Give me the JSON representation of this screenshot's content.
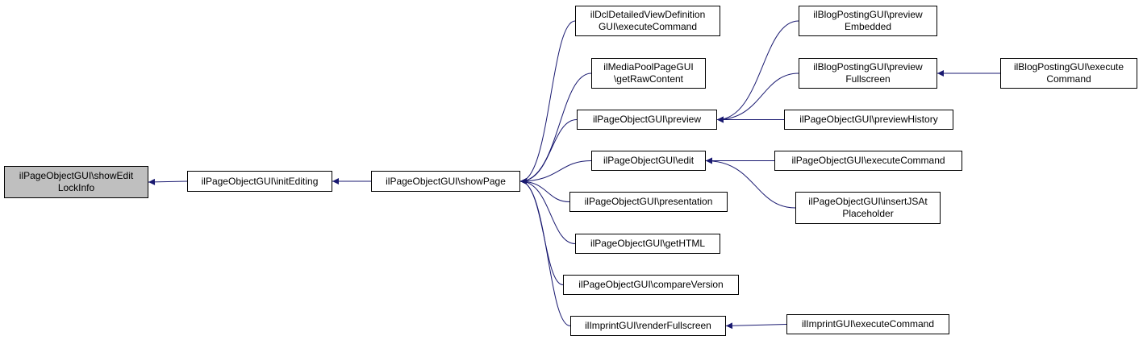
{
  "colors": {
    "edge": "#191970",
    "node_border": "#000000",
    "root_fill": "#bfbfbf"
  },
  "nodes": [
    {
      "id": "showEditLockInfo",
      "lines": [
        "ilPageObjectGUI\\showEdit",
        "LockInfo"
      ],
      "root": true
    },
    {
      "id": "initEditing",
      "lines": [
        "ilPageObjectGUI\\initEditing"
      ]
    },
    {
      "id": "showPage",
      "lines": [
        "ilPageObjectGUI\\showPage"
      ]
    },
    {
      "id": "dclExecute",
      "lines": [
        "ilDclDetailedViewDefinition",
        "GUI\\executeCommand"
      ]
    },
    {
      "id": "mediaPoolRaw",
      "lines": [
        "ilMediaPoolPageGUI",
        "\\getRawContent"
      ]
    },
    {
      "id": "preview",
      "lines": [
        "ilPageObjectGUI\\preview"
      ]
    },
    {
      "id": "edit",
      "lines": [
        "ilPageObjectGUI\\edit"
      ]
    },
    {
      "id": "presentation",
      "lines": [
        "ilPageObjectGUI\\presentation"
      ]
    },
    {
      "id": "getHTML",
      "lines": [
        "ilPageObjectGUI\\getHTML"
      ]
    },
    {
      "id": "compareVersion",
      "lines": [
        "ilPageObjectGUI\\compareVersion"
      ]
    },
    {
      "id": "imprintRender",
      "lines": [
        "ilImprintGUI\\renderFullscreen"
      ]
    },
    {
      "id": "blogPrevEmb",
      "lines": [
        "ilBlogPostingGUI\\preview",
        "Embedded"
      ]
    },
    {
      "id": "blogPrevFull",
      "lines": [
        "ilBlogPostingGUI\\preview",
        "Fullscreen"
      ]
    },
    {
      "id": "previewHistory",
      "lines": [
        "ilPageObjectGUI\\previewHistory"
      ]
    },
    {
      "id": "executeCommand",
      "lines": [
        "ilPageObjectGUI\\executeCommand"
      ]
    },
    {
      "id": "insertJS",
      "lines": [
        "ilPageObjectGUI\\insertJSAt",
        "Placeholder"
      ]
    },
    {
      "id": "imprintExecute",
      "lines": [
        "ilImprintGUI\\executeCommand"
      ]
    },
    {
      "id": "blogExecute",
      "lines": [
        "ilBlogPostingGUI\\execute",
        "Command"
      ]
    }
  ],
  "edges": [
    {
      "from": "initEditing",
      "to": "showEditLockInfo"
    },
    {
      "from": "showPage",
      "to": "initEditing"
    },
    {
      "from": "dclExecute",
      "to": "showPage"
    },
    {
      "from": "mediaPoolRaw",
      "to": "showPage"
    },
    {
      "from": "preview",
      "to": "showPage"
    },
    {
      "from": "edit",
      "to": "showPage"
    },
    {
      "from": "presentation",
      "to": "showPage"
    },
    {
      "from": "getHTML",
      "to": "showPage"
    },
    {
      "from": "compareVersion",
      "to": "showPage"
    },
    {
      "from": "imprintRender",
      "to": "showPage"
    },
    {
      "from": "blogPrevEmb",
      "to": "preview"
    },
    {
      "from": "blogPrevFull",
      "to": "preview"
    },
    {
      "from": "previewHistory",
      "to": "preview"
    },
    {
      "from": "executeCommand",
      "to": "edit"
    },
    {
      "from": "insertJS",
      "to": "edit"
    },
    {
      "from": "imprintExecute",
      "to": "imprintRender"
    },
    {
      "from": "blogExecute",
      "to": "blogPrevFull"
    }
  ]
}
